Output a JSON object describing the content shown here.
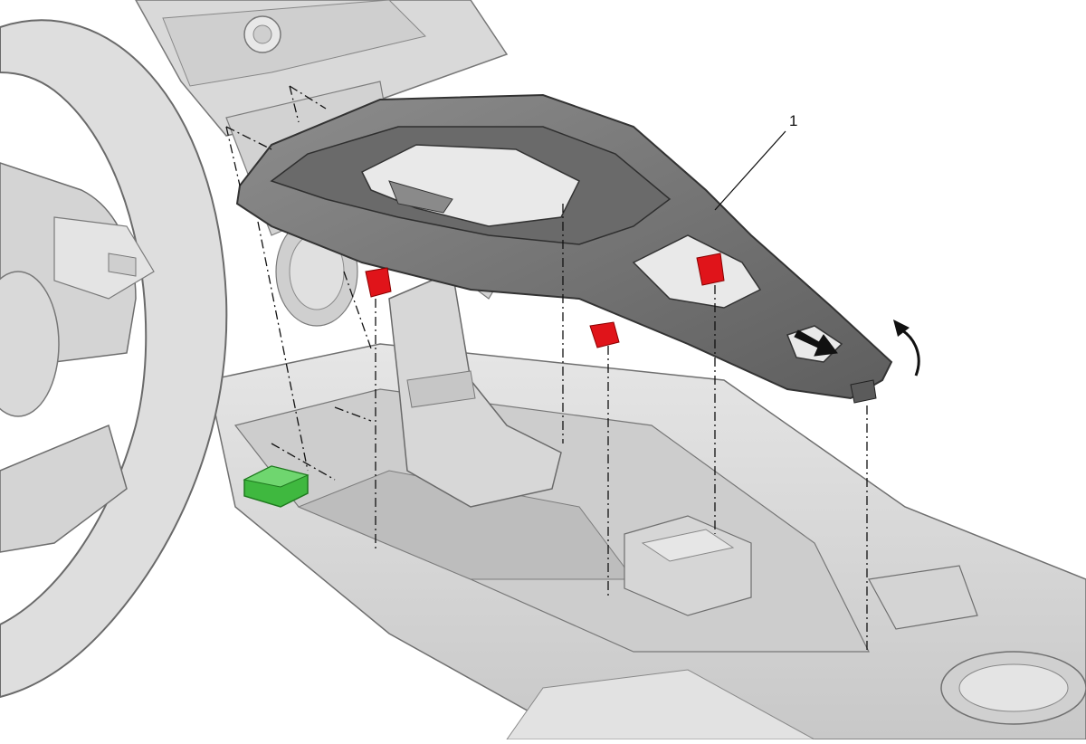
{
  "diagram": {
    "callouts": [
      {
        "number": "1",
        "target": "console-trim-bezel"
      }
    ],
    "colors": {
      "background": "#ffffff",
      "interior": "#dcdcdc",
      "interior_shade": "#c4c4c4",
      "interior_dark": "#a9a9a9",
      "outline": "#555555",
      "trim_panel": "#6f6f6f",
      "trim_panel_top": "#8a8a8a",
      "retainer_clip": "#e0141a",
      "connector": "#3fb83f",
      "arrow": "#111111"
    },
    "symbols": [
      "release-direction-arrow",
      "rotate-up-arrow"
    ]
  }
}
